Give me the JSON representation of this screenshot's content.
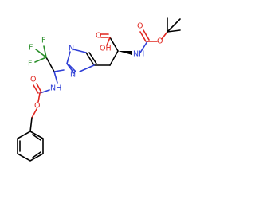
{
  "molecule": {
    "atoms": {
      "O_acid_dbl": "O",
      "OH_acid": "OH",
      "NH_boc": "NH",
      "O_boc_ether": "O",
      "O_boc_dbl": "O",
      "N_imid_3": "N",
      "N_imid_1": "N",
      "F1": "F",
      "F2": "F",
      "F3": "F",
      "NH_cbz": "NH",
      "O_cbz_dbl": "O",
      "O_cbz_ether": "O"
    },
    "colors": {
      "carbon_bond": "#000000",
      "oxygen": "#e0261f",
      "nitrogen": "#2f3fd6",
      "fluorine": "#2a8f2a",
      "background": "#ffffff"
    }
  }
}
